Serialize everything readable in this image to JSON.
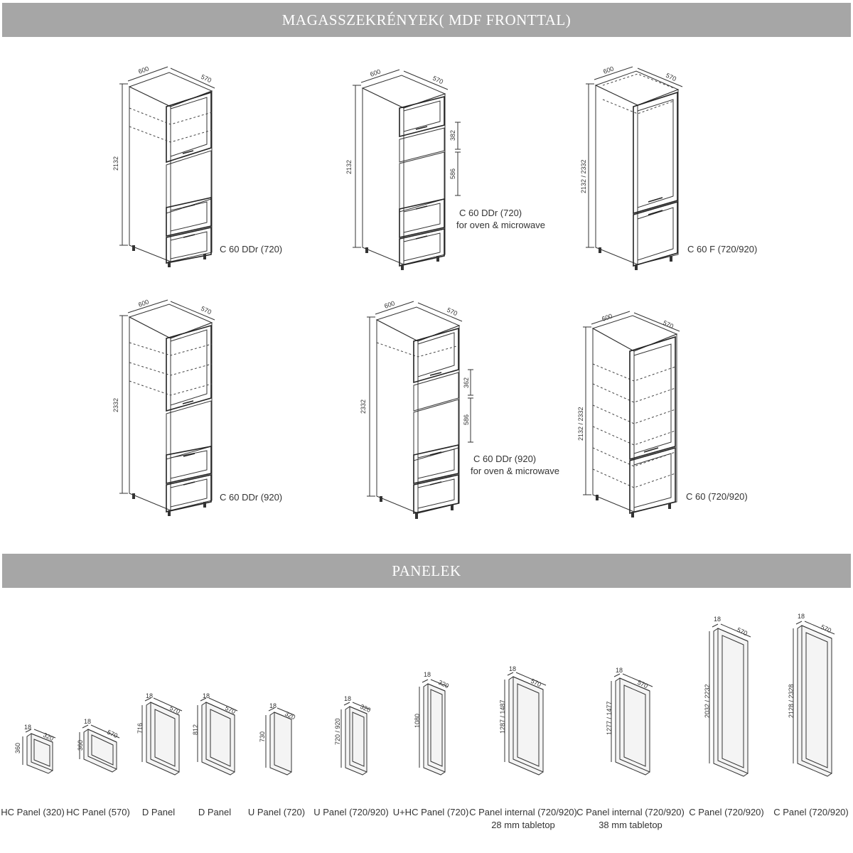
{
  "banners": {
    "tall_cabinets": "MAGASSZEKRÉNYEK( MDF FRONTTAL)",
    "panels": "PANELEK"
  },
  "cabinets": [
    {
      "name": "C 60 DDr (720)",
      "sub": "",
      "width": "600",
      "depth": "570",
      "height": "2132"
    },
    {
      "name": "C 60 DDr (720)",
      "sub": "for oven & microwave",
      "width": "600",
      "depth": "570",
      "height": "2132",
      "upper_gap": "382",
      "lower_gap": "586"
    },
    {
      "name": "C 60 F (720/920)",
      "sub": "",
      "width": "600",
      "depth": "570",
      "height": "2132 / 2332"
    },
    {
      "name": "C 60 DDr (920)",
      "sub": "",
      "width": "600",
      "depth": "570",
      "height": "2332"
    },
    {
      "name": "C 60 DDr (920)",
      "sub": "for oven & microwave",
      "width": "600",
      "depth": "570",
      "height": "2332",
      "upper_gap": "362",
      "lower_gap": "586"
    },
    {
      "name": "C 60 (720/920)",
      "sub": "",
      "width": "600",
      "depth": "570",
      "height": "2132 / 2332"
    }
  ],
  "panels": [
    {
      "name": "HC Panel (320)",
      "sub": "",
      "thickness": "18",
      "depth": "320",
      "height": "360"
    },
    {
      "name": "HC Panel (570)",
      "sub": "",
      "thickness": "18",
      "depth": "570",
      "height": "360"
    },
    {
      "name": "D Panel",
      "sub": "",
      "thickness": "18",
      "depth": "570",
      "height": "716"
    },
    {
      "name": "D Panel",
      "sub": "",
      "thickness": "18",
      "depth": "570",
      "height": "812"
    },
    {
      "name": "U Panel (720)",
      "sub": "",
      "thickness": "18",
      "depth": "320",
      "height": "730"
    },
    {
      "name": "U Panel (720/920)",
      "sub": "",
      "thickness": "18",
      "depth": "320",
      "height": "720 / 920"
    },
    {
      "name": "U+HC Panel (720)",
      "sub": "",
      "thickness": "18",
      "depth": "320",
      "height": "1080"
    },
    {
      "name": "C Panel internal (720/920)",
      "sub": "28 mm tabletop",
      "thickness": "18",
      "depth": "570",
      "height": "1287 / 1487"
    },
    {
      "name": "C Panel internal (720/920)",
      "sub": "38 mm tabletop",
      "thickness": "18",
      "depth": "570",
      "height": "1277 / 1477"
    },
    {
      "name": "C Panel (720/920)",
      "sub": "",
      "thickness": "18",
      "depth": "570",
      "height": "2032 / 2232"
    },
    {
      "name": "C Panel (720/920)",
      "sub": "",
      "thickness": "18",
      "depth": "570",
      "height": "2128 / 2328"
    }
  ]
}
